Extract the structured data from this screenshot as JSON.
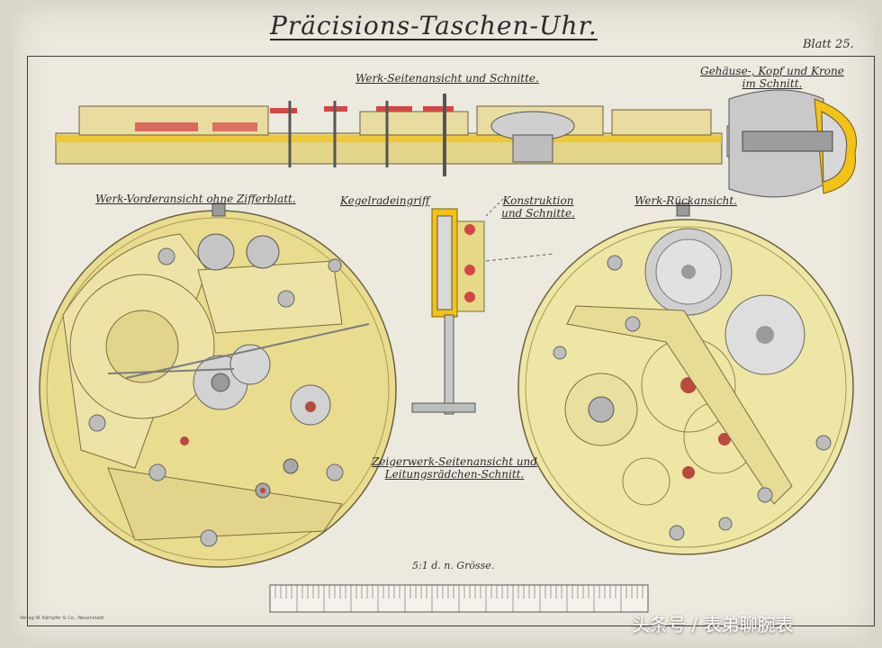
{
  "title": "Präcisions-Taschen-Uhr.",
  "sheet_number": "Blatt 25.",
  "labels": {
    "side_view": "Werk-Seitenansicht und Schnitte.",
    "case": "Gehäuse-, Kopf und Krone im Schnitt.",
    "front_view": "Werk-Vorderansicht ohne Zifferblatt.",
    "bevel_gear": "Kegelradeingriff",
    "construction": "Konstruktion und Schnitte.",
    "back_view": "Werk-Rückansicht.",
    "hand_train": "Zeigerwerk-Seitenansicht und Leitungsrädchen-Schnitt.",
    "scale": "5:1 d. n. Grösse."
  },
  "publisher": "Verlag W. Kämpfer & Co., Neuenstadt",
  "watermark": "头条号 / 表弟聊腕表",
  "colors": {
    "paper": "#ece9df",
    "brass": "#e6da8a",
    "brass_dark": "#c9b86a",
    "steel": "#8d8d8d",
    "ruby": "#b84a3f",
    "yellow": "#f2c214",
    "red_section": "#d64545"
  }
}
